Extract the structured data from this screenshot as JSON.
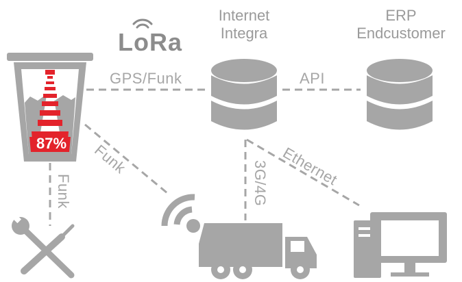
{
  "nodes": {
    "lora_logo": "LoRa",
    "internet_integra": [
      "Internet",
      "Integra"
    ],
    "erp_endcustomer": [
      "ERP",
      "Endcustomer"
    ]
  },
  "bin": {
    "fill_level_text": "87%",
    "fill_level": 0.87
  },
  "links": {
    "gps_funk": "GPS/Funk",
    "api": "API",
    "funk_diagonal": "Funk",
    "funk_vertical": "Funk",
    "mobile": "3G/4G",
    "ethernet": "Ethernet"
  },
  "icons": [
    "waste-bin-sensor-icon",
    "lora-logo",
    "database-icon",
    "database-icon",
    "wrench-screwdriver-icon",
    "wifi-signal-icon",
    "garbage-truck-icon",
    "desktop-computer-icon"
  ],
  "colors": {
    "icon_gray": "#a6a6a6",
    "accent_red": "#e3232b"
  }
}
